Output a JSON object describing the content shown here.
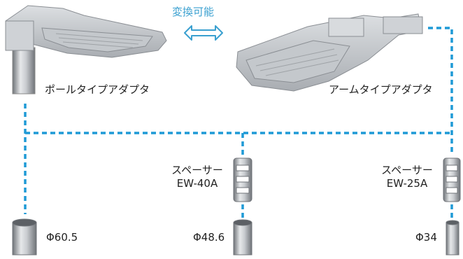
{
  "title": "変換可能",
  "lamps": {
    "pole": {
      "label": "ポールタイプアダプタ"
    },
    "arm": {
      "label": "アームタイプアダプタ"
    }
  },
  "spacers": [
    {
      "line1": "スペーサー",
      "line2": "EW-40A"
    },
    {
      "line1": "スペーサー",
      "line2": "EW-25A"
    }
  ],
  "pipes": [
    {
      "label": "Φ60.5"
    },
    {
      "label": "Φ48.6"
    },
    {
      "label": "Φ34"
    }
  ],
  "colors": {
    "accent": "#3aa0d0",
    "dash": "#1f9ad6",
    "metal": "#b9bcc0",
    "metal_dark": "#7e8388"
  }
}
